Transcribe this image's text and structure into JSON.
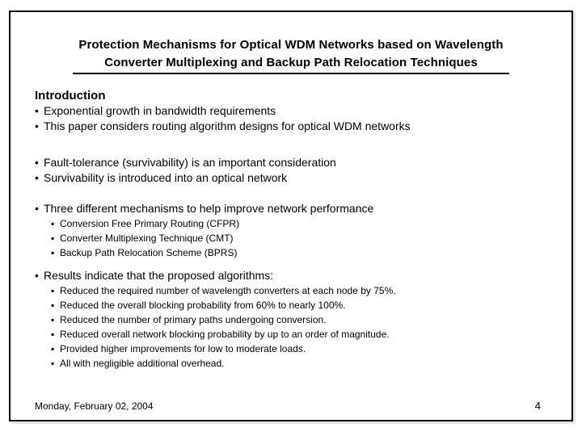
{
  "chars": {
    "main_bullet": "•",
    "sub_bullet": "▪"
  },
  "slide": {
    "title_lines": [
      "Protection Mechanisms for Optical WDM Networks based on Wavelength",
      "Converter Multiplexing and Backup Path Relocation Techniques"
    ],
    "heading": "Introduction",
    "groups": [
      {
        "bullets": [
          "Exponential growth in bandwidth requirements",
          "This paper considers routing algorithm designs for optical WDM networks"
        ],
        "sub_bullets": []
      },
      {
        "bullets": [
          "Fault-tolerance (survivability) is an important consideration",
          "Survivability is introduced into an optical network"
        ],
        "sub_bullets": []
      },
      {
        "bullets": [
          "Three different mechanisms to help improve network performance"
        ],
        "sub_bullets": [
          "Conversion Free Primary Routing (CFPR)",
          "Converter Multiplexing Technique (CMT)",
          "Backup Path Relocation Scheme (BPRS)"
        ]
      },
      {
        "bullets": [
          "Results indicate that the proposed algorithms:"
        ],
        "sub_bullets": [
          "Reduced the required number of wavelength converters at each node by 75%.",
          "Reduced the overall blocking probability from 60% to nearly 100%.",
          "Reduced the number of primary paths undergoing conversion.",
          "Reduced overall network blocking probability by up to an order of magnitude.",
          "Provided higher improvements for low to moderate loads.",
          "All with negligible additional overhead."
        ]
      }
    ],
    "footer": {
      "date": "Monday, February 02, 2004",
      "page_number": "4"
    },
    "colors": {
      "text": "#000000",
      "background": "#ffffff",
      "border": "#000000"
    }
  }
}
